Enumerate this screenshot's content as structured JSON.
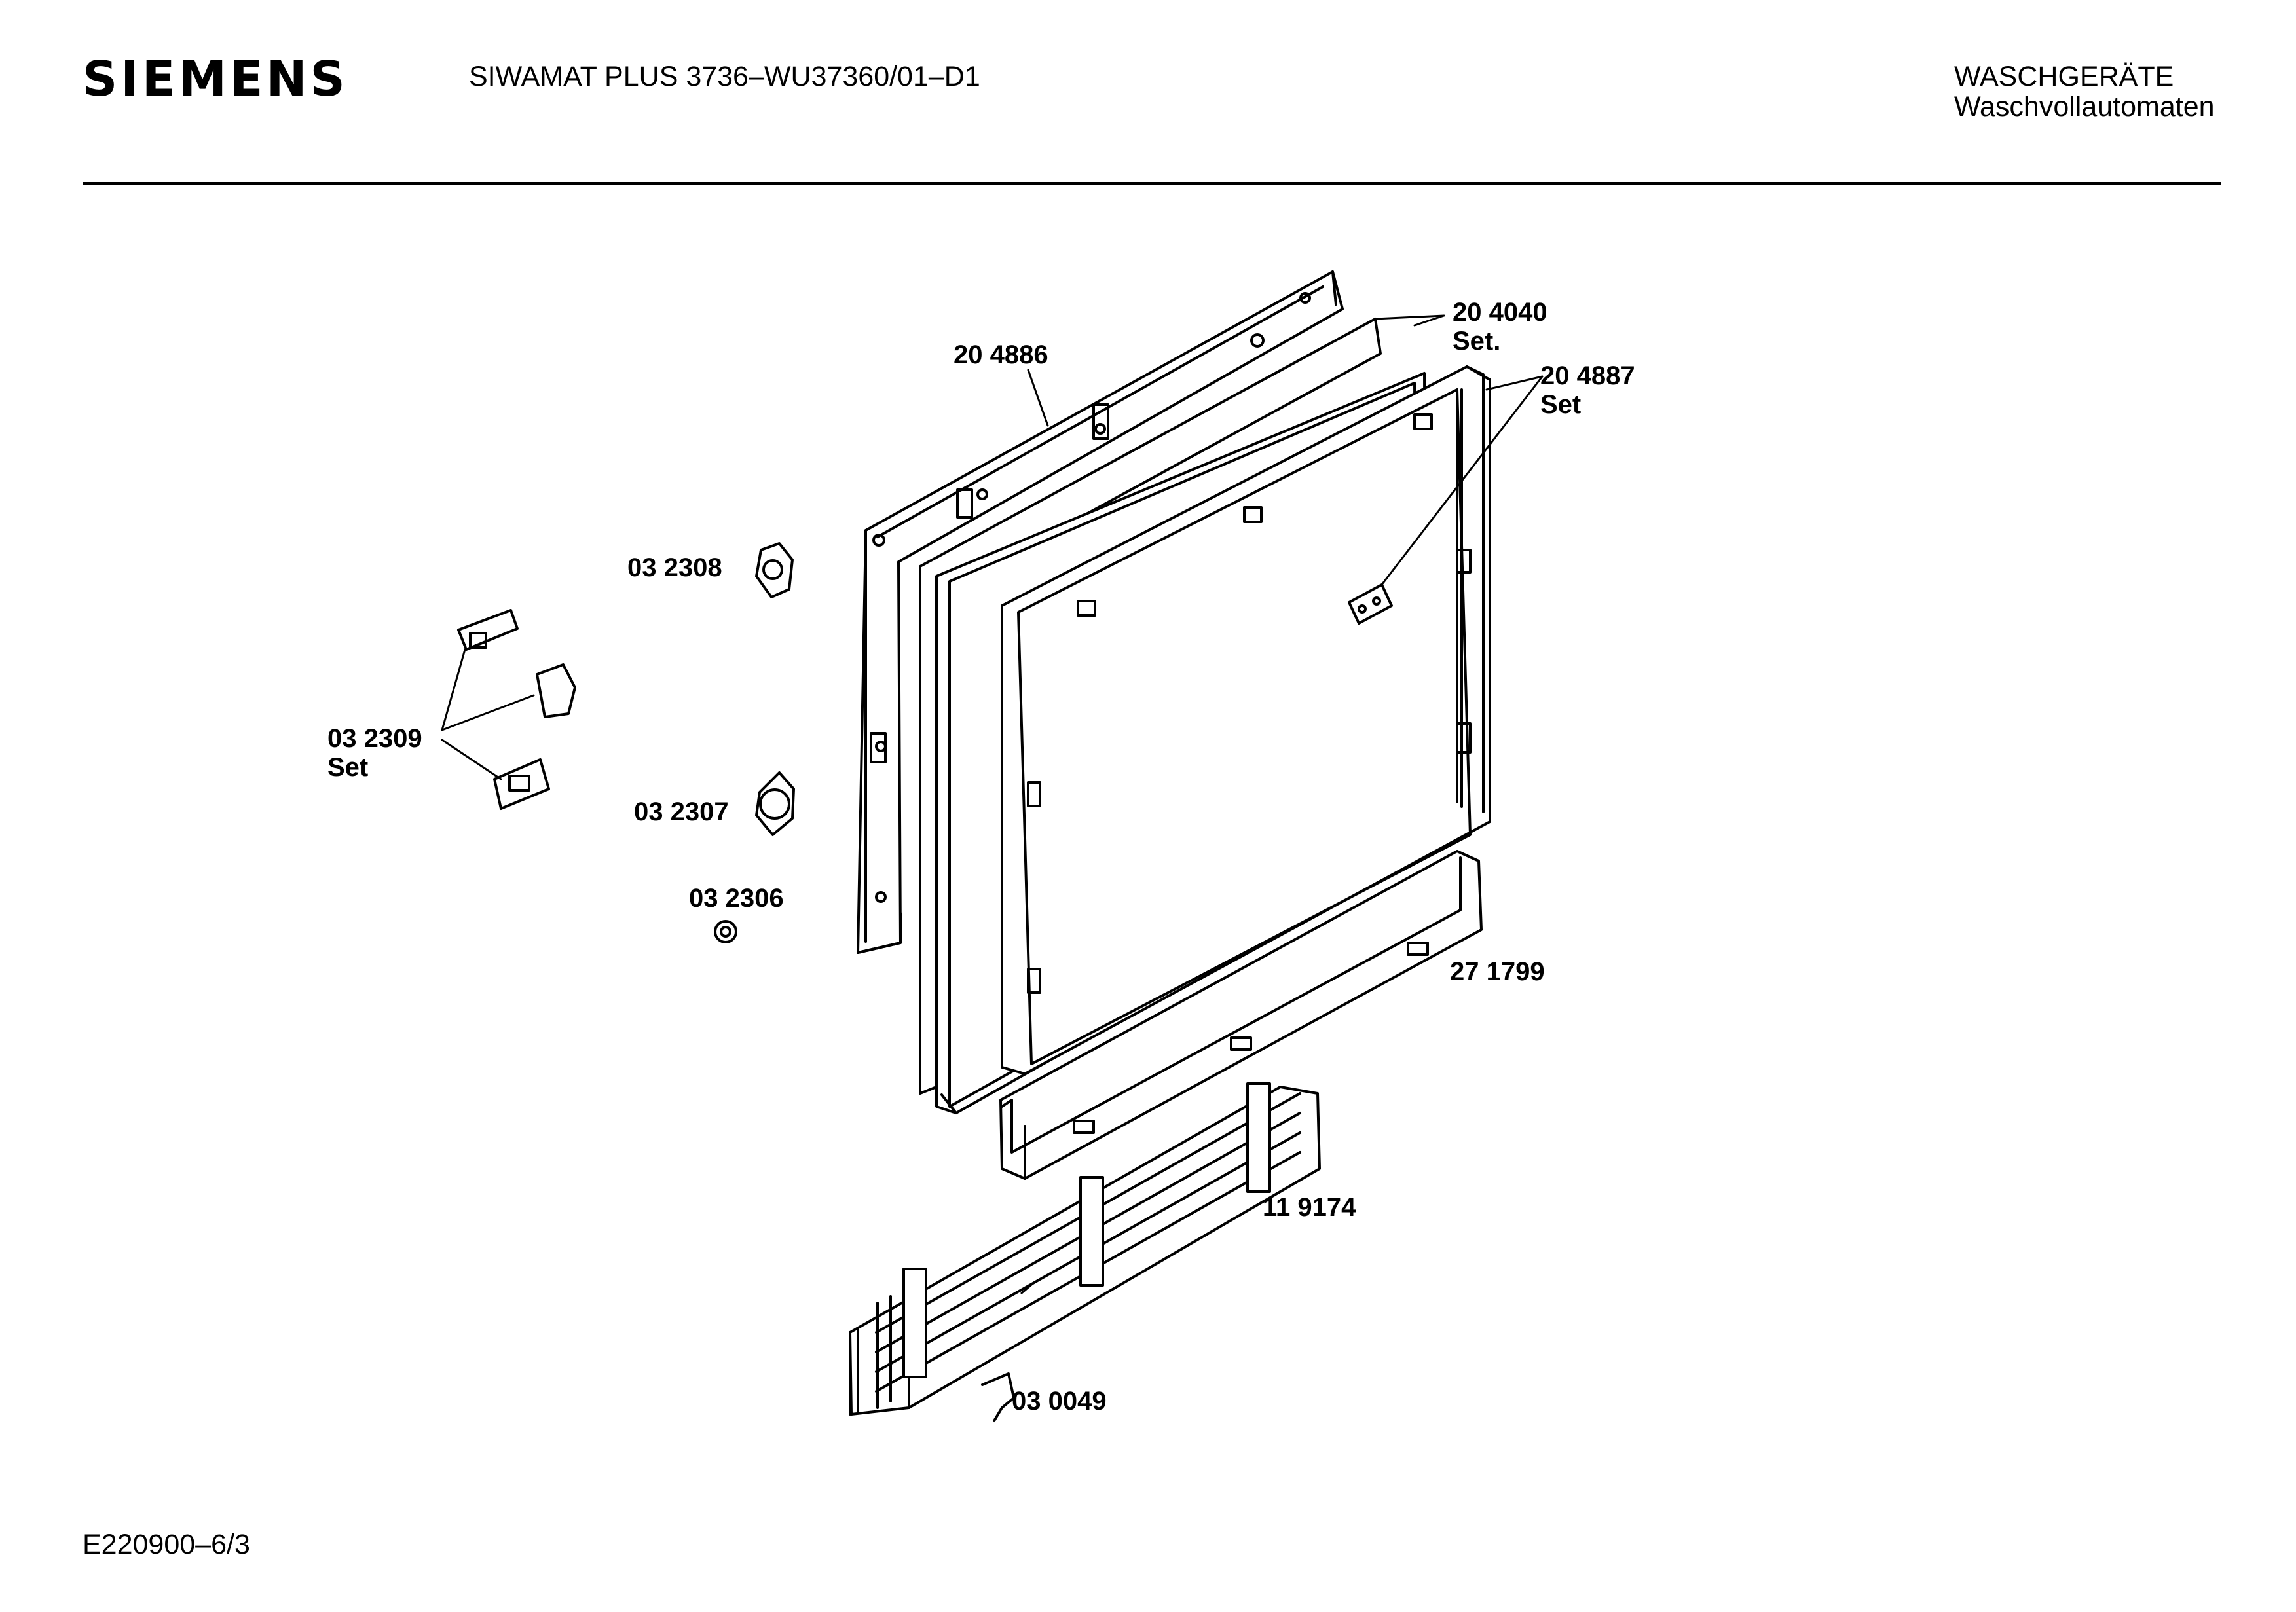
{
  "header": {
    "brand": "SIEMENS",
    "model": "SIWAMAT PLUS 3736–WU37360/01–D1",
    "category_line1": "WASCHGERÄTE",
    "category_line2": "Waschvollautomaten"
  },
  "footer": {
    "doc_code": "E220900–6/3"
  },
  "parts": {
    "door_frame": {
      "number": "20 4886"
    },
    "glass_set": {
      "number": "20 4040",
      "note": "Set."
    },
    "trim_set": {
      "number": "20 4887",
      "note": "Set"
    },
    "hinge_upper": {
      "number": "03 2308"
    },
    "switch_set": {
      "number": "03 2309",
      "note": "Set"
    },
    "hinge_lower": {
      "number": "03 2307"
    },
    "knob": {
      "number": "03 2306"
    },
    "bottom_channel": {
      "number": "27 1799"
    },
    "plinth_grille": {
      "number": "11 9174"
    },
    "clip": {
      "number": "03 0049"
    }
  }
}
